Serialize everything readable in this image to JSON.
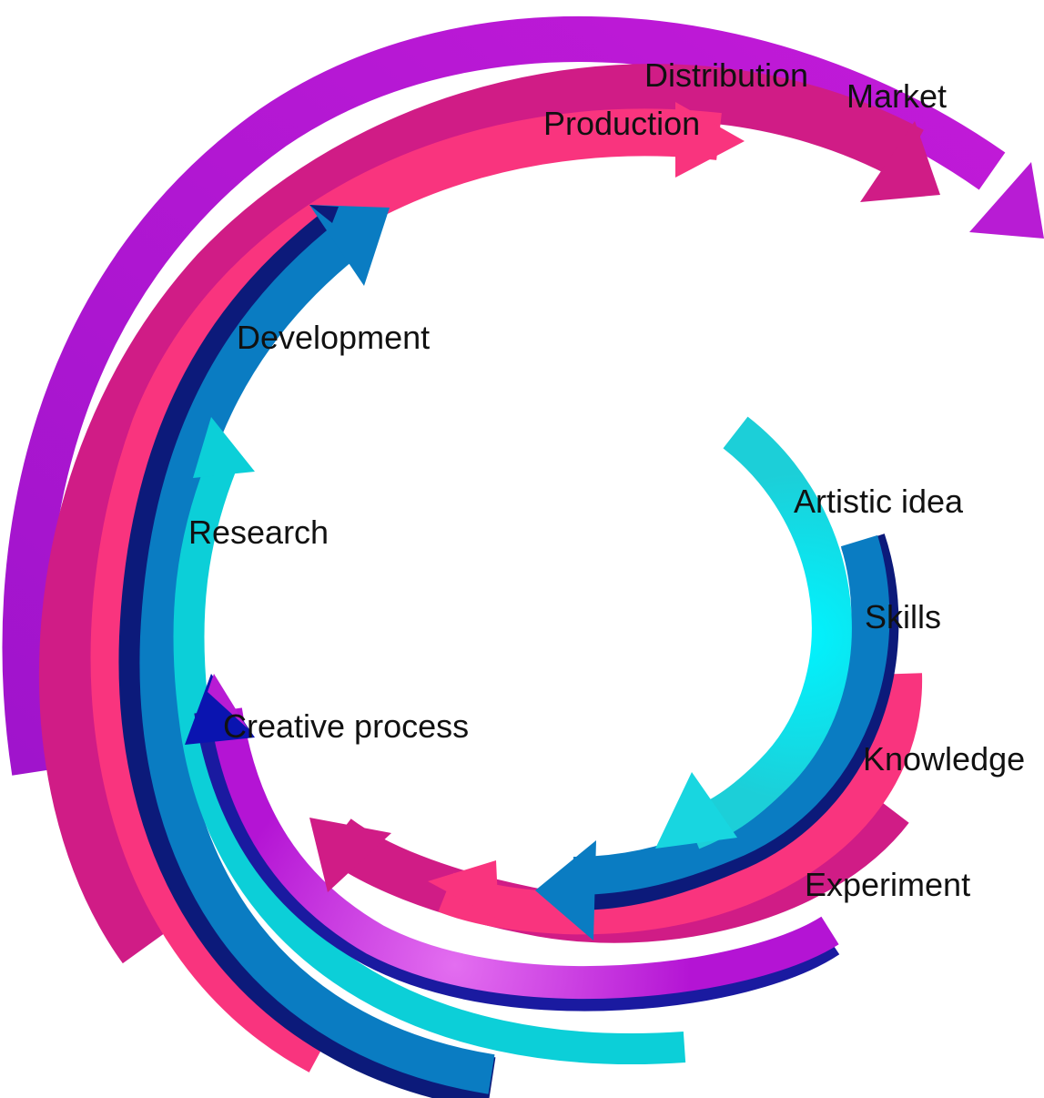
{
  "labels": {
    "market": "Market",
    "distribution": "Distribution",
    "production": "Production",
    "development": "Development",
    "research": "Research",
    "creative_process": "Creative process",
    "artistic_idea": "Artistic idea",
    "skills": "Skills",
    "knowledge": "Knowledge",
    "experiment": "Experiment"
  },
  "colors": {
    "market": "#b81cd4",
    "distribution": "#d01c86",
    "production": "#f9347e",
    "development": "#0a7cc2",
    "research": "#0ccfd8",
    "creative_process": "#c01ad0",
    "artistic_idea": "#18d6e0",
    "skills": "#0a7cc2",
    "knowledge": "#f9347e",
    "experiment": "#d01c86",
    "navy_edge": "#0c1a7a"
  }
}
